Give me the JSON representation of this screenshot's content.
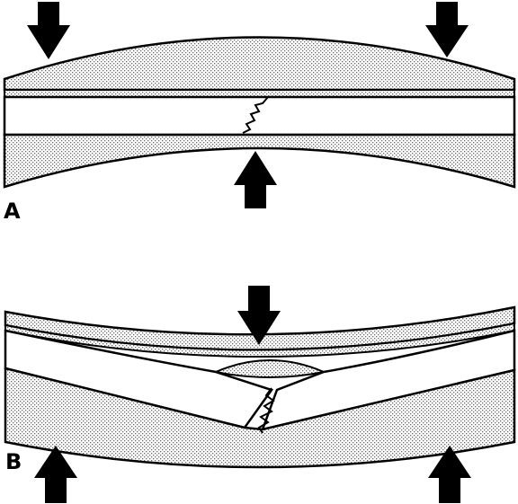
{
  "panels": [
    {
      "id": "A",
      "label": "A"
    },
    {
      "id": "B",
      "label": "B"
    }
  ],
  "colors": {
    "ink": "#000000",
    "stipple": "#b9b9b9",
    "background": "#ffffff"
  },
  "icons": [
    "down-arrow-icon",
    "up-arrow-icon",
    "fracture-zigzag"
  ]
}
